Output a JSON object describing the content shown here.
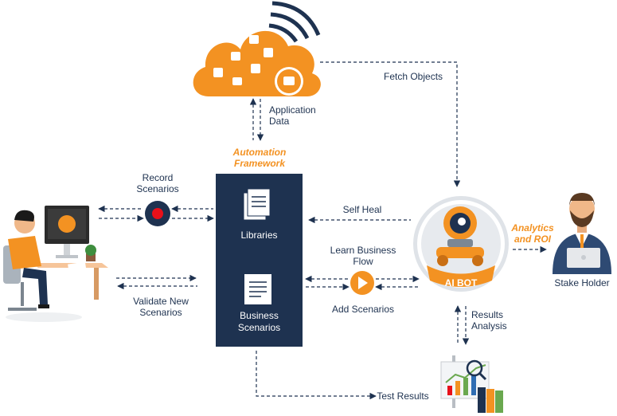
{
  "cloud": {
    "application_data": [
      "Application",
      "Data"
    ],
    "fetch_objects": "Fetch Objects"
  },
  "framework": {
    "title": [
      "Automation",
      "Framework"
    ],
    "libraries": "Libraries",
    "business_scenarios": [
      "Business",
      "Scenarios"
    ]
  },
  "user": {
    "record": [
      "Record",
      "Scenarios"
    ],
    "validate": [
      "Validate New",
      "Scenarios"
    ]
  },
  "bot": {
    "name": "AI BOT",
    "self_heal": "Self Heal",
    "learn": [
      "Learn Business",
      "Flow"
    ],
    "add_scenarios": "Add Scenarios",
    "results": [
      "Results",
      "Analysis"
    ]
  },
  "analytics": {
    "title": [
      "Analytics",
      "and ROI"
    ],
    "stake_holder": "Stake Holder"
  },
  "test_results": "Test Results",
  "colors": {
    "orange": "#f39222",
    "navy": "#1e3250",
    "red": "#e8101a",
    "green": "#6aa84f"
  }
}
